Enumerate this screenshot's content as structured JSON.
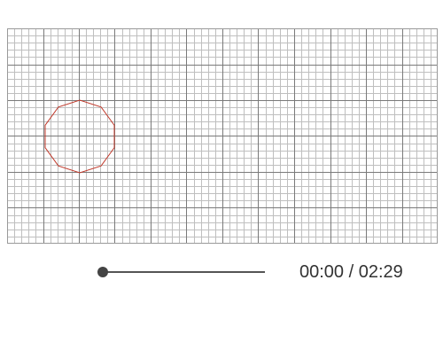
{
  "player": {
    "time_display": "00:00 / 02:29",
    "progress": 0
  },
  "canvas": {
    "shape": "decagon-outline",
    "shape_color": "#c0392b",
    "grid_color": "#bfbfbf",
    "grid_major_color": "#7a7a7a"
  }
}
